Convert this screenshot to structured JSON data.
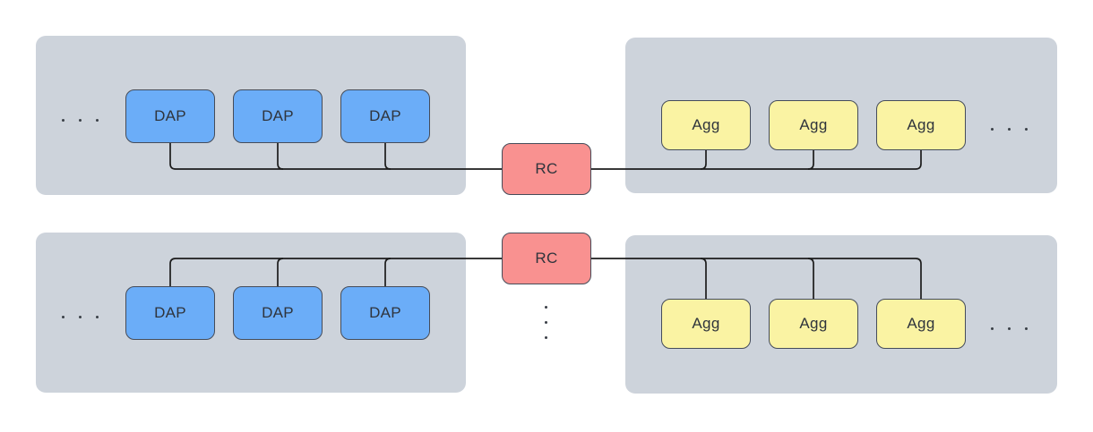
{
  "diagram": {
    "type": "network-topology",
    "rows": [
      {
        "left_cluster": {
          "ellipsis": "...",
          "nodes": [
            "DAP",
            "DAP",
            "DAP"
          ]
        },
        "center_node": {
          "label": "RC"
        },
        "right_cluster": {
          "nodes": [
            "Agg",
            "Agg",
            "Agg"
          ],
          "ellipsis": "..."
        }
      },
      {
        "left_cluster": {
          "ellipsis": "...",
          "nodes": [
            "DAP",
            "DAP",
            "DAP"
          ]
        },
        "center_node": {
          "label": "RC"
        },
        "right_cluster": {
          "nodes": [
            "Agg",
            "Agg",
            "Agg"
          ],
          "ellipsis": "..."
        }
      }
    ],
    "more_rows_indicator": "⋮",
    "colors": {
      "cluster_bg": "#cdd3db",
      "dap_fill": "#6badf8",
      "agg_fill": "#faf3a3",
      "rc_fill": "#f99190",
      "node_border": "#454c59",
      "edge_line": "#1c1c1c",
      "label_text": "#2f343c"
    }
  }
}
